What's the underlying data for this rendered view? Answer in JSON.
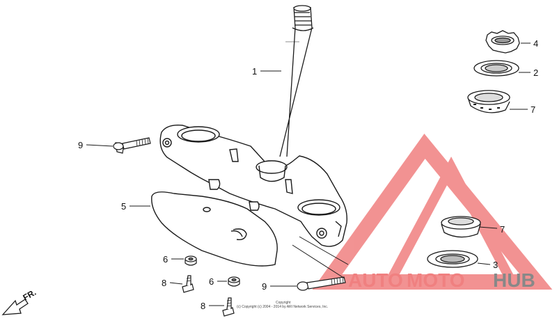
{
  "callouts": {
    "c1": "1",
    "c2": "2",
    "c3": "3",
    "c4": "4",
    "c5": "5",
    "c6a": "6",
    "c6b": "6",
    "c7a": "7",
    "c7b": "7",
    "c8a": "8",
    "c8b": "8",
    "c9a": "9",
    "c9b": "9"
  },
  "direction_label": "FR.",
  "copyright": {
    "line1": "Copyright",
    "line2": "(c) Copyright (c) 2004 - 2014 by ARI Network Services, Inc."
  },
  "watermark": {
    "part1": "AUTO",
    "part2": "MOTO",
    "part3": "HUB"
  },
  "colors": {
    "line": "#1a1a1a",
    "watermark_red": "#f08080",
    "watermark_gray": "#888888"
  }
}
